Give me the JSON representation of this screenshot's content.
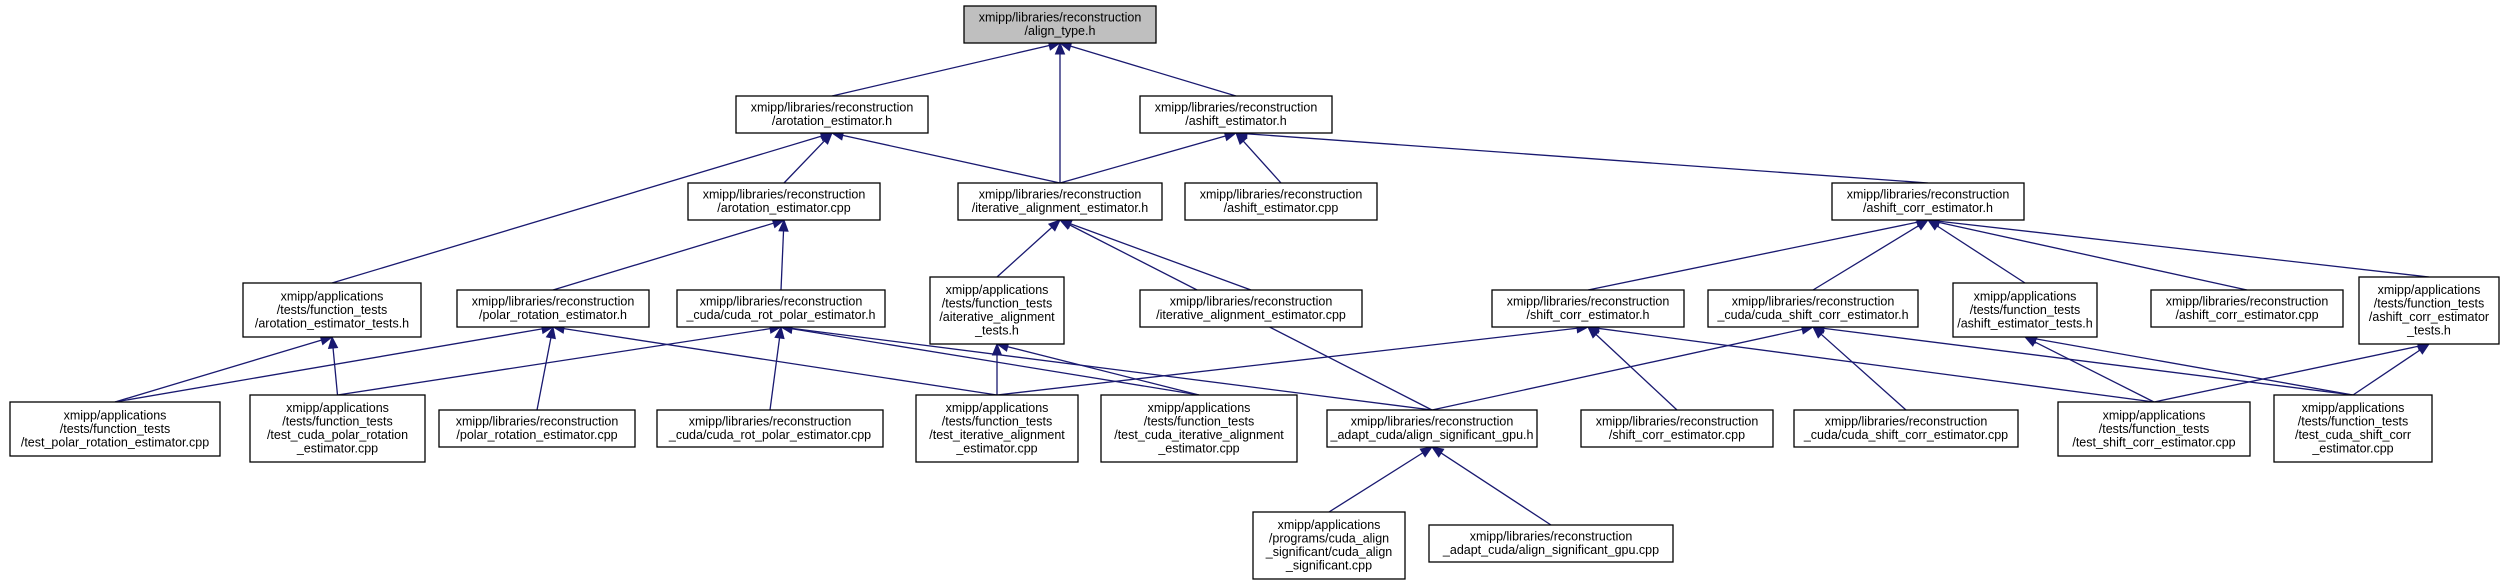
{
  "colors": {
    "edge": "#191970",
    "node_border": "#000000",
    "root_fill": "#bfbfbf",
    "node_fill": "#ffffff"
  },
  "nodes": [
    {
      "id": "align_type_h",
      "lines": [
        "xmipp/libraries/reconstruction",
        "/align_type.h"
      ],
      "root": true
    },
    {
      "id": "arotation_estimator_h",
      "lines": [
        "xmipp/libraries/reconstruction",
        "/arotation_estimator.h"
      ]
    },
    {
      "id": "ashift_estimator_h",
      "lines": [
        "xmipp/libraries/reconstruction",
        "/ashift_estimator.h"
      ]
    },
    {
      "id": "arotation_estimator_cpp",
      "lines": [
        "xmipp/libraries/reconstruction",
        "/arotation_estimator.cpp"
      ]
    },
    {
      "id": "iterative_alignment_estimator_h",
      "lines": [
        "xmipp/libraries/reconstruction",
        "/iterative_alignment_estimator.h"
      ]
    },
    {
      "id": "ashift_estimator_cpp",
      "lines": [
        "xmipp/libraries/reconstruction",
        "/ashift_estimator.cpp"
      ]
    },
    {
      "id": "ashift_corr_estimator_h",
      "lines": [
        "xmipp/libraries/reconstruction",
        "/ashift_corr_estimator.h"
      ]
    },
    {
      "id": "arotation_estimator_tests_h",
      "lines": [
        "xmipp/applications",
        "/tests/function_tests",
        "/arotation_estimator_tests.h"
      ]
    },
    {
      "id": "polar_rotation_estimator_h",
      "lines": [
        "xmipp/libraries/reconstruction",
        "/polar_rotation_estimator.h"
      ]
    },
    {
      "id": "cuda_rot_polar_estimator_h",
      "lines": [
        "xmipp/libraries/reconstruction",
        "_cuda/cuda_rot_polar_estimator.h"
      ]
    },
    {
      "id": "aiterative_alignment_tests_h",
      "lines": [
        "xmipp/applications",
        "/tests/function_tests",
        "/aiterative_alignment",
        "_tests.h"
      ]
    },
    {
      "id": "iterative_alignment_estimator_cpp",
      "lines": [
        "xmipp/libraries/reconstruction",
        "/iterative_alignment_estimator.cpp"
      ]
    },
    {
      "id": "shift_corr_estimator_h",
      "lines": [
        "xmipp/libraries/reconstruction",
        "/shift_corr_estimator.h"
      ]
    },
    {
      "id": "cuda_shift_corr_estimator_h",
      "lines": [
        "xmipp/libraries/reconstruction",
        "_cuda/cuda_shift_corr_estimator.h"
      ]
    },
    {
      "id": "ashift_estimator_tests_h",
      "lines": [
        "xmipp/applications",
        "/tests/function_tests",
        "/ashift_estimator_tests.h"
      ]
    },
    {
      "id": "ashift_corr_estimator_cpp",
      "lines": [
        "xmipp/libraries/reconstruction",
        "/ashift_corr_estimator.cpp"
      ]
    },
    {
      "id": "ashift_corr_estimator_tests_h",
      "lines": [
        "xmipp/applications",
        "/tests/function_tests",
        "/ashift_corr_estimator",
        "_tests.h"
      ]
    },
    {
      "id": "test_polar_rotation_estimator_cpp",
      "lines": [
        "xmipp/applications",
        "/tests/function_tests",
        "/test_polar_rotation_estimator.cpp"
      ]
    },
    {
      "id": "test_cuda_polar_rotation_estimator_cpp",
      "lines": [
        "xmipp/applications",
        "/tests/function_tests",
        "/test_cuda_polar_rotation",
        "_estimator.cpp"
      ]
    },
    {
      "id": "polar_rotation_estimator_cpp",
      "lines": [
        "xmipp/libraries/reconstruction",
        "/polar_rotation_estimator.cpp"
      ]
    },
    {
      "id": "cuda_rot_polar_estimator_cpp",
      "lines": [
        "xmipp/libraries/reconstruction",
        "_cuda/cuda_rot_polar_estimator.cpp"
      ]
    },
    {
      "id": "test_iterative_alignment_estimator_cpp",
      "lines": [
        "xmipp/applications",
        "/tests/function_tests",
        "/test_iterative_alignment",
        "_estimator.cpp"
      ]
    },
    {
      "id": "test_cuda_iterative_alignment_estimator_cpp",
      "lines": [
        "xmipp/applications",
        "/tests/function_tests",
        "/test_cuda_iterative_alignment",
        "_estimator.cpp"
      ]
    },
    {
      "id": "align_significant_gpu_h",
      "lines": [
        "xmipp/libraries/reconstruction",
        "_adapt_cuda/align_significant_gpu.h"
      ]
    },
    {
      "id": "shift_corr_estimator_cpp",
      "lines": [
        "xmipp/libraries/reconstruction",
        "/shift_corr_estimator.cpp"
      ]
    },
    {
      "id": "cuda_shift_corr_estimator_cpp",
      "lines": [
        "xmipp/libraries/reconstruction",
        "_cuda/cuda_shift_corr_estimator.cpp"
      ]
    },
    {
      "id": "test_shift_corr_estimator_cpp",
      "lines": [
        "xmipp/applications",
        "/tests/function_tests",
        "/test_shift_corr_estimator.cpp"
      ]
    },
    {
      "id": "test_cuda_shift_corr_estimator_cpp",
      "lines": [
        "xmipp/applications",
        "/tests/function_tests",
        "/test_cuda_shift_corr",
        "_estimator.cpp"
      ]
    },
    {
      "id": "cuda_align_significant_cpp",
      "lines": [
        "xmipp/applications",
        "/programs/cuda_align",
        "_significant/cuda_align",
        "_significant.cpp"
      ]
    },
    {
      "id": "align_significant_gpu_cpp",
      "lines": [
        "xmipp/libraries/reconstruction",
        "_adapt_cuda/align_significant_gpu.cpp"
      ]
    }
  ],
  "edges": [
    {
      "from": "arotation_estimator_h",
      "to": "align_type_h"
    },
    {
      "from": "ashift_estimator_h",
      "to": "align_type_h"
    },
    {
      "from": "iterative_alignment_estimator_h",
      "to": "align_type_h"
    },
    {
      "from": "arotation_estimator_cpp",
      "to": "arotation_estimator_h"
    },
    {
      "from": "iterative_alignment_estimator_h",
      "to": "arotation_estimator_h"
    },
    {
      "from": "arotation_estimator_tests_h",
      "to": "arotation_estimator_h"
    },
    {
      "from": "iterative_alignment_estimator_h",
      "to": "ashift_estimator_h"
    },
    {
      "from": "ashift_estimator_cpp",
      "to": "ashift_estimator_h"
    },
    {
      "from": "ashift_corr_estimator_h",
      "to": "ashift_estimator_h"
    },
    {
      "from": "polar_rotation_estimator_h",
      "to": "arotation_estimator_cpp"
    },
    {
      "from": "cuda_rot_polar_estimator_h",
      "to": "arotation_estimator_cpp"
    },
    {
      "from": "aiterative_alignment_tests_h",
      "to": "iterative_alignment_estimator_h"
    },
    {
      "from": "iterative_alignment_estimator_cpp",
      "to": "iterative_alignment_estimator_h"
    },
    {
      "from": "align_significant_gpu_h",
      "to": "iterative_alignment_estimator_h"
    },
    {
      "from": "shift_corr_estimator_h",
      "to": "ashift_corr_estimator_h"
    },
    {
      "from": "cuda_shift_corr_estimator_h",
      "to": "ashift_corr_estimator_h"
    },
    {
      "from": "ashift_estimator_tests_h",
      "to": "ashift_corr_estimator_h"
    },
    {
      "from": "ashift_corr_estimator_cpp",
      "to": "ashift_corr_estimator_h"
    },
    {
      "from": "ashift_corr_estimator_tests_h",
      "to": "ashift_corr_estimator_h"
    },
    {
      "from": "test_polar_rotation_estimator_cpp",
      "to": "arotation_estimator_tests_h"
    },
    {
      "from": "test_cuda_polar_rotation_estimator_cpp",
      "to": "arotation_estimator_tests_h"
    },
    {
      "from": "test_polar_rotation_estimator_cpp",
      "to": "polar_rotation_estimator_h"
    },
    {
      "from": "polar_rotation_estimator_cpp",
      "to": "polar_rotation_estimator_h"
    },
    {
      "from": "test_iterative_alignment_estimator_cpp",
      "to": "polar_rotation_estimator_h"
    },
    {
      "from": "test_cuda_polar_rotation_estimator_cpp",
      "to": "cuda_rot_polar_estimator_h"
    },
    {
      "from": "cuda_rot_polar_estimator_cpp",
      "to": "cuda_rot_polar_estimator_h"
    },
    {
      "from": "test_cuda_iterative_alignment_estimator_cpp",
      "to": "cuda_rot_polar_estimator_h"
    },
    {
      "from": "align_significant_gpu_h",
      "to": "cuda_rot_polar_estimator_h"
    },
    {
      "from": "test_iterative_alignment_estimator_cpp",
      "to": "aiterative_alignment_tests_h"
    },
    {
      "from": "test_cuda_iterative_alignment_estimator_cpp",
      "to": "aiterative_alignment_tests_h"
    },
    {
      "from": "test_iterative_alignment_estimator_cpp",
      "to": "shift_corr_estimator_h"
    },
    {
      "from": "shift_corr_estimator_cpp",
      "to": "shift_corr_estimator_h"
    },
    {
      "from": "test_shift_corr_estimator_cpp",
      "to": "shift_corr_estimator_h"
    },
    {
      "from": "align_significant_gpu_h",
      "to": "cuda_shift_corr_estimator_h"
    },
    {
      "from": "cuda_shift_corr_estimator_cpp",
      "to": "cuda_shift_corr_estimator_h"
    },
    {
      "from": "test_cuda_shift_corr_estimator_cpp",
      "to": "cuda_shift_corr_estimator_h"
    },
    {
      "from": "test_shift_corr_estimator_cpp",
      "to": "ashift_estimator_tests_h"
    },
    {
      "from": "test_cuda_shift_corr_estimator_cpp",
      "to": "ashift_estimator_tests_h"
    },
    {
      "from": "test_shift_corr_estimator_cpp",
      "to": "ashift_corr_estimator_tests_h"
    },
    {
      "from": "test_cuda_shift_corr_estimator_cpp",
      "to": "ashift_corr_estimator_tests_h"
    },
    {
      "from": "cuda_align_significant_cpp",
      "to": "align_significant_gpu_h"
    },
    {
      "from": "align_significant_gpu_cpp",
      "to": "align_significant_gpu_h"
    }
  ]
}
